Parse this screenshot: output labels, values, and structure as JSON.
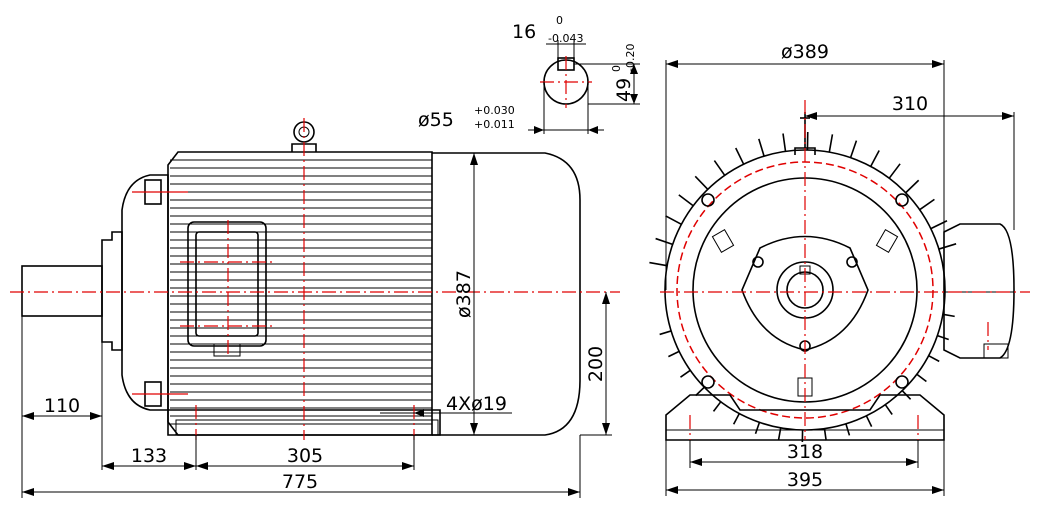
{
  "dimensions": {
    "shaft_length": "110",
    "foot_to_shaft": "133",
    "foot_spacing_side": "305",
    "overall_length": "775",
    "body_height": "ø387",
    "center_height": "200",
    "bolt_holes": "4Xø19",
    "shaft_diameter": "ø55",
    "shaft_tol_upper": "+0.030",
    "shaft_tol_lower": "+0.011",
    "key_width": "16",
    "key_width_tol_upper": "0",
    "key_width_tol_lower": "-0.043",
    "key_depth": "49",
    "key_depth_tol_upper": "0",
    "key_depth_tol_lower": "-0.20",
    "flange_diameter": "ø389",
    "terminal_box_offset": "310",
    "foot_spacing_end": "318",
    "overall_width": "395"
  },
  "colors": {
    "line": "#000000",
    "centerline": "#e00000"
  }
}
